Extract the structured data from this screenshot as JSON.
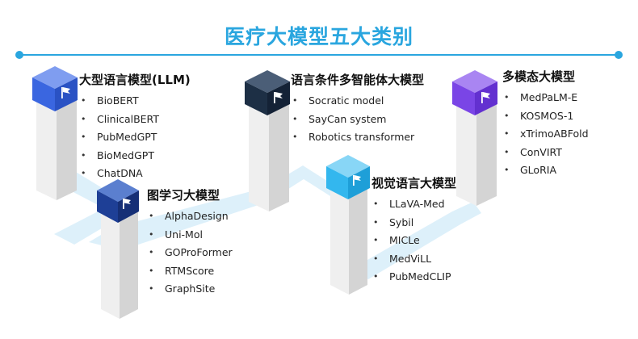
{
  "title": "医疗大模型五大类别",
  "colors": {
    "accent": "#2aa6df",
    "path": "#d9eef9",
    "pillar_front": "#efefef",
    "pillar_side": "#d4d4d4",
    "llm": "#3a66e0",
    "graph": "#1e3f96",
    "agent": "#1d2f45",
    "vision": "#33b7ee",
    "multimodal": "#7a45e6"
  },
  "groups": [
    {
      "id": "llm",
      "title": "大型语言模型(LLM)",
      "icon": "flag-icon",
      "items": [
        "BioBERT",
        "ClinicalBERT",
        "PubMedGPT",
        "BioMedGPT",
        "ChatDNA"
      ]
    },
    {
      "id": "graph",
      "title": "图学习大模型",
      "icon": "flag-icon",
      "items": [
        "AlphaDesign",
        "Uni-Mol",
        "GOProFormer",
        "RTMScore",
        "GraphSite"
      ]
    },
    {
      "id": "agent",
      "title": "语言条件多智能体大模型",
      "icon": "flag-icon",
      "items": [
        "Socratic model",
        "SayCan system",
        "Robotics transformer"
      ]
    },
    {
      "id": "vision",
      "title": "视觉语言大模型",
      "icon": "flag-icon",
      "items": [
        "LLaVA-Med",
        "Sybil",
        "MICLe",
        "MedViLL",
        "PubMedCLIP"
      ]
    },
    {
      "id": "multimodal",
      "title": "多模态大模型",
      "icon": "flag-icon",
      "items": [
        "MedPaLM-E",
        "KOSMOS-1",
        "xTrimoABFold",
        "ConVIRT",
        "GLoRIA"
      ]
    }
  ]
}
